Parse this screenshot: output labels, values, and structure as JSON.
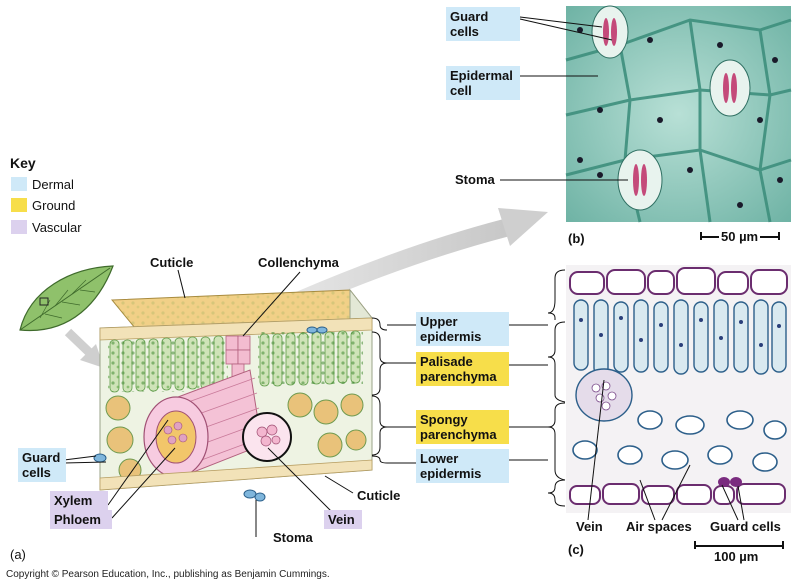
{
  "key": {
    "title": "Key",
    "items": [
      {
        "label": "Dermal",
        "color": "#cfe9f8"
      },
      {
        "label": "Ground",
        "color": "#f7de4a"
      },
      {
        "label": "Vascular",
        "color": "#dcd1ee"
      }
    ]
  },
  "panel_a": {
    "letter": "(a)",
    "labels": {
      "cuticle_top": "Cuticle",
      "collenchyma": "Collenchyma",
      "guard_cells": "Guard cells",
      "xylem": "Xylem",
      "phloem": "Phloem",
      "stoma": "Stoma",
      "vein": "Vein",
      "cuticle_bottom": "Cuticle"
    }
  },
  "tissue_layers": [
    {
      "label": "Upper epidermis",
      "type": "dermal"
    },
    {
      "label": "Palisade parenchyma",
      "type": "ground"
    },
    {
      "label": "Spongy parenchyma",
      "type": "ground"
    },
    {
      "label": "Lower epidermis",
      "type": "dermal"
    }
  ],
  "panel_b": {
    "letter": "(b)",
    "labels": {
      "guard_cells": "Guard cells",
      "epidermal_cell": "Epidermal cell",
      "stoma": "Stoma"
    },
    "scale": "50 µm"
  },
  "panel_c": {
    "letter": "(c)",
    "labels": {
      "vein": "Vein",
      "air_spaces": "Air spaces",
      "guard_cells": "Guard cells"
    },
    "scale": "100 µm"
  },
  "copyright": "Copyright © Pearson Education, Inc., publishing as Benjamin Cummings."
}
